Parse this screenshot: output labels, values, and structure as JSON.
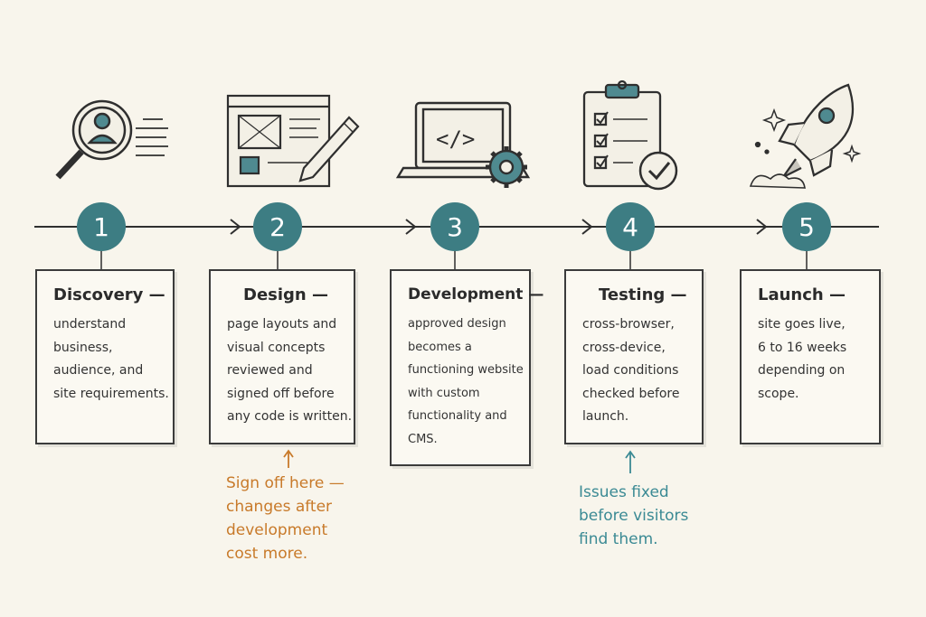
{
  "steps": [
    {
      "number": "1",
      "title": "Discovery —",
      "lines": [
        "understand",
        "business,",
        "audience, and",
        "site requirements."
      ],
      "icon": "magnifier-user-icon"
    },
    {
      "number": "2",
      "title": "Design —",
      "lines": [
        "page layouts and",
        "visual concepts",
        "reviewed and",
        "signed off before",
        "any code is written."
      ],
      "icon": "wireframe-pencil-icon"
    },
    {
      "number": "3",
      "title": "Development —",
      "lines": [
        "approved design",
        "becomes a",
        "functioning website",
        "with custom",
        "functionality and",
        "CMS."
      ],
      "icon": "laptop-code-gear-icon"
    },
    {
      "number": "4",
      "title": "Testing —",
      "lines": [
        "cross-browser,",
        "cross-device,",
        "load conditions",
        "checked before",
        "launch."
      ],
      "icon": "clipboard-checklist-icon"
    },
    {
      "number": "5",
      "title": "Launch —",
      "lines": [
        "site goes live,",
        "6 to 16 weeks",
        "depending on",
        "scope."
      ],
      "icon": "rocket-icon"
    }
  ],
  "notes": {
    "design": {
      "lines": [
        "Sign off here —",
        "changes after",
        "development",
        "cost more."
      ],
      "color": "#c87a2a"
    },
    "testing": {
      "lines": [
        "Issues fixed",
        "before visitors",
        "find them."
      ],
      "color": "#3b8a94"
    }
  },
  "colors": {
    "accent": "#3d7d83",
    "background": "#f8f5ec",
    "ink": "#2b2b2b"
  }
}
